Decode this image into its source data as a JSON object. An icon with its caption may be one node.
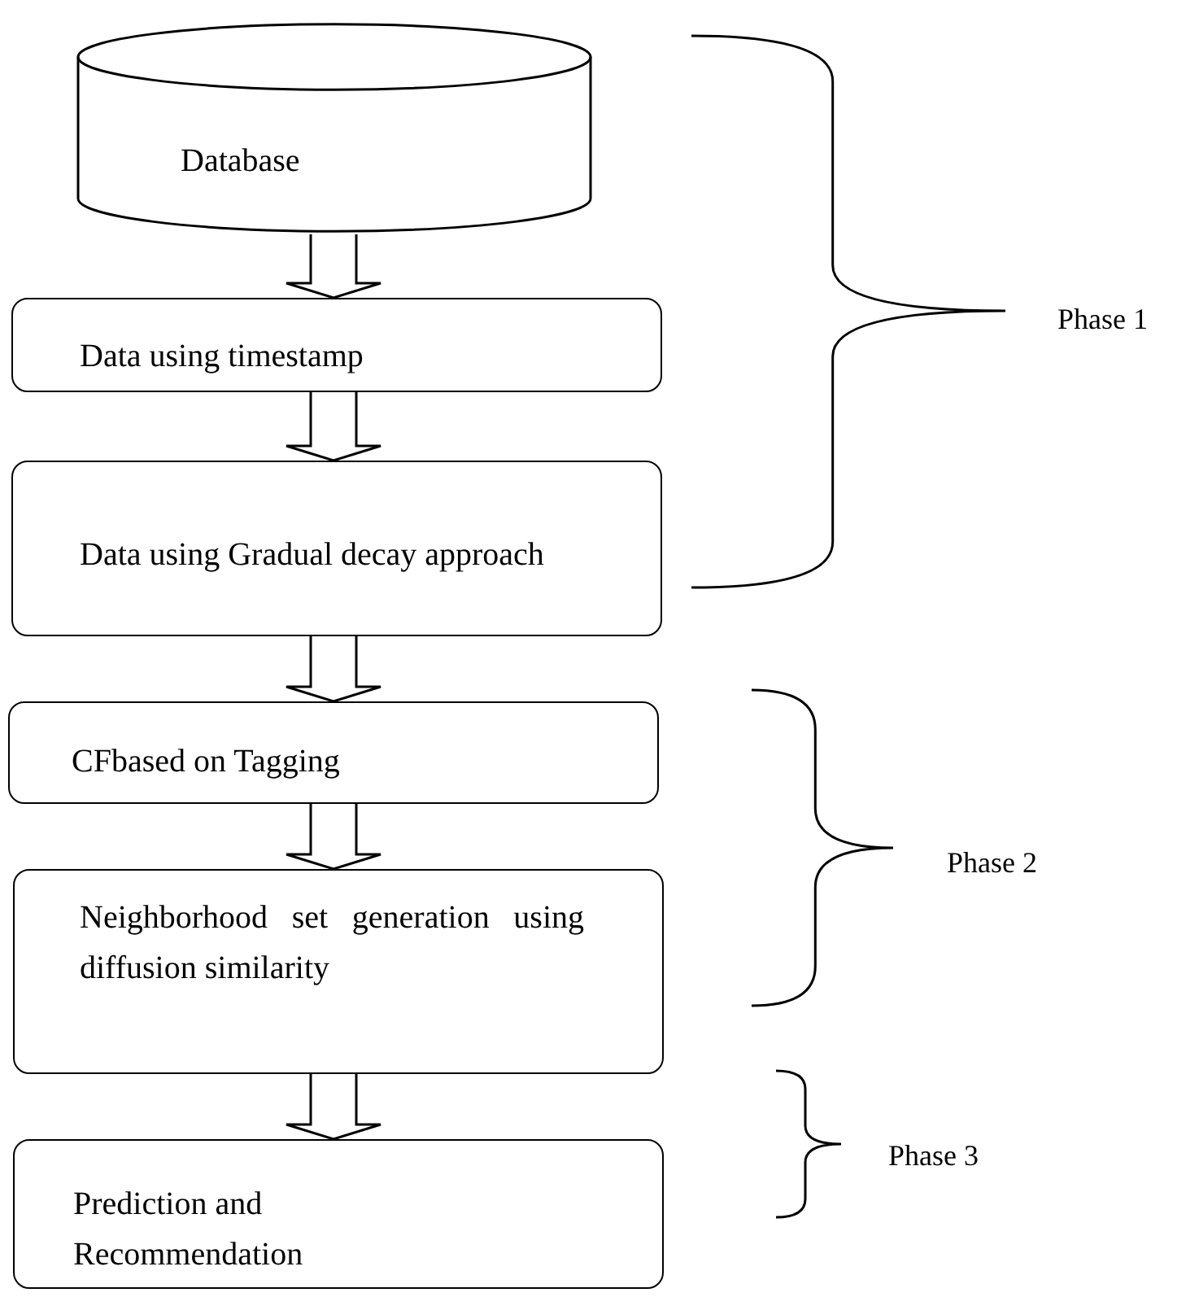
{
  "diagram": {
    "nodes": [
      {
        "text": [
          "Database"
        ]
      },
      {
        "text": [
          "Data using timestamp"
        ]
      },
      {
        "text": [
          "Data using Gradual decay approach"
        ]
      },
      {
        "text": [
          "CFbased on Tagging"
        ]
      },
      {
        "text": [
          "Neighborhood set generation using diffusion similarity"
        ]
      },
      {
        "text": [
          "Prediction and Recommendation"
        ]
      }
    ],
    "edges": [
      {
        "from": 0,
        "to": 1,
        "arrow": "to"
      },
      {
        "from": 1,
        "to": 2,
        "arrow": "to"
      },
      {
        "from": 2,
        "to": 3,
        "arrow": "to"
      },
      {
        "from": 3,
        "to": 4,
        "arrow": "to"
      },
      {
        "from": 4,
        "to": 5,
        "arrow": "to"
      }
    ],
    "labels": [
      "Phase 1",
      "Phase 2",
      "Phase 3"
    ]
  }
}
